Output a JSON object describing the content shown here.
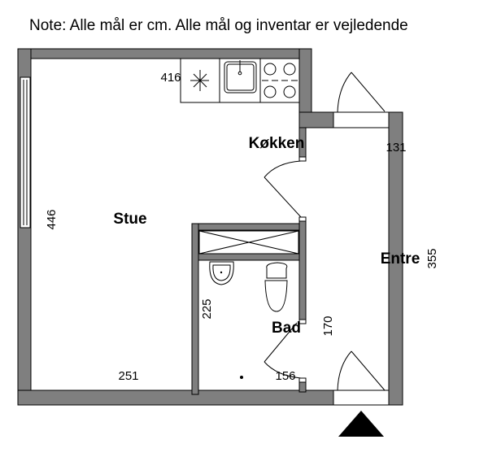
{
  "note": "Note: Alle mål er cm. Alle mål og inventar er vejledende",
  "rooms": {
    "kitchen": "Køkken",
    "living": "Stue",
    "bath": "Bad",
    "entrance": "Entre"
  },
  "dimensions": {
    "kitchen_width": "416",
    "living_height": "446",
    "entrance_width": "131",
    "entrance_height": "355",
    "living_width": "251",
    "bath_width": "156",
    "bath_wall": "225",
    "bath_height": "170"
  },
  "colors": {
    "wall": "#7f7f7f",
    "line": "#000000"
  }
}
